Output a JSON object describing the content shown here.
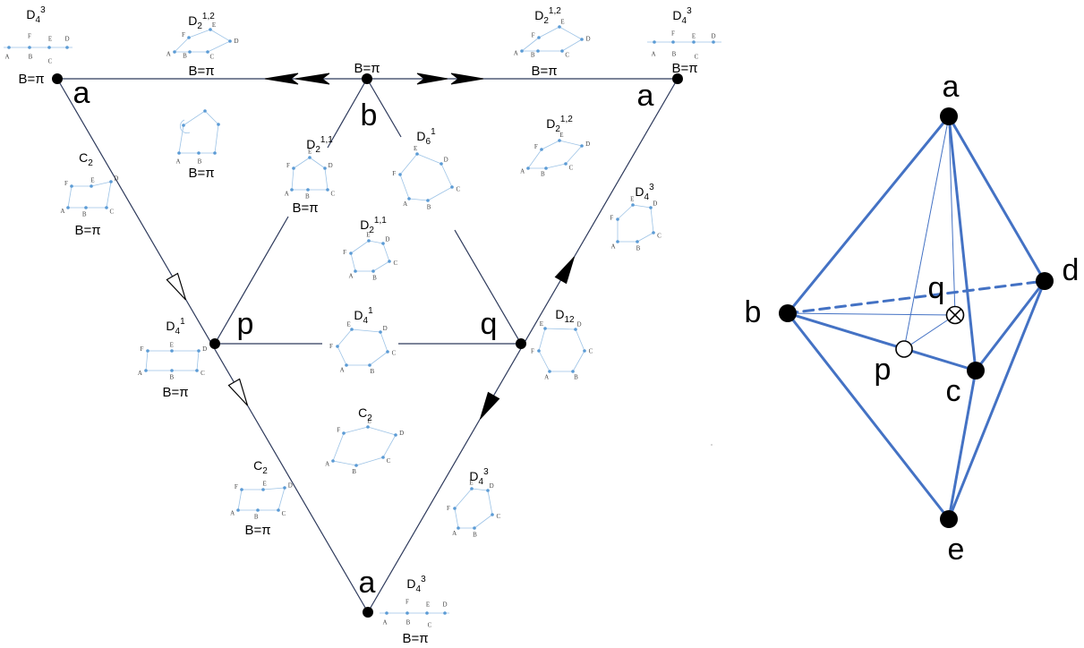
{
  "colors": {
    "triangle_edge": "#2e3a5c",
    "figure_dot": "#5b9bd5",
    "figure_edge": "#9dc3e6",
    "bipyramid_edge": "#4472c4"
  },
  "left_diagram": {
    "vertex_labels": {
      "a_top_left": "a",
      "b": "b",
      "a_top_right": "a",
      "p": "p",
      "q": "q",
      "a_bottom": "a"
    },
    "vertex_notes": {
      "b": "B=π"
    },
    "figures": [
      {
        "label": {
          "base": "D",
          "sub": "4",
          "sup": "3"
        },
        "letters": [
          "A",
          "B",
          "C",
          "F",
          "E",
          "D"
        ],
        "note": "B=π"
      },
      {
        "label": {
          "base": "D",
          "sub": "2",
          "sup": "1,2"
        },
        "letters": [
          "A",
          "B",
          "C",
          "D",
          "E",
          "F"
        ],
        "note": "B=π"
      },
      {
        "letters": [
          "A",
          "B"
        ],
        "note": "B=π"
      },
      {
        "label": {
          "base": "C",
          "sub": "2"
        },
        "letters": [
          "A",
          "B",
          "C",
          "D",
          "E",
          "F"
        ],
        "note": "B=π"
      },
      {
        "label": {
          "base": "D",
          "sub": "2",
          "sup": "1,1"
        },
        "letters": [
          "A",
          "B",
          "C",
          "D",
          "E",
          "F"
        ],
        "note": "B=π"
      },
      {
        "label": {
          "base": "D",
          "sub": "6",
          "sup": "1"
        },
        "letters": [
          "A",
          "B",
          "C",
          "D",
          "E",
          "F"
        ]
      },
      {
        "label": {
          "base": "D",
          "sub": "2",
          "sup": "1,2"
        },
        "letters": [
          "A",
          "B",
          "C",
          "D",
          "E",
          "F"
        ]
      },
      {
        "label": {
          "base": "D",
          "sub": "2",
          "sup": "1,2"
        },
        "letters": [
          "A",
          "B",
          "C",
          "D",
          "E",
          "F"
        ],
        "note": "B=π"
      },
      {
        "label": {
          "base": "D",
          "sub": "4",
          "sup": "3"
        },
        "letters": [
          "A",
          "B",
          "C",
          "F",
          "E",
          "D"
        ],
        "note": "B=π"
      },
      {
        "label": {
          "base": "D",
          "sub": "4",
          "sup": "3"
        },
        "letters": [
          "A",
          "B",
          "C",
          "D",
          "E",
          "F"
        ]
      },
      {
        "label": {
          "base": "D",
          "sub": "2",
          "sup": "1,1"
        },
        "letters": [
          "A",
          "B",
          "C",
          "D",
          "E",
          "F"
        ]
      },
      {
        "label": {
          "base": "D",
          "sub": "4",
          "sup": "1"
        },
        "letters": [
          "A",
          "B",
          "C",
          "D",
          "E",
          "F"
        ],
        "note": "B=π"
      },
      {
        "label": {
          "base": "D",
          "sub": "4",
          "sup": "1"
        },
        "letters": [
          "A",
          "B",
          "C",
          "D",
          "E",
          "F"
        ]
      },
      {
        "label": {
          "base": "D",
          "sub": "12"
        },
        "letters": [
          "A",
          "B",
          "C",
          "D",
          "E",
          "F"
        ]
      },
      {
        "label": {
          "base": "C",
          "sub": "2"
        },
        "letters": [
          "A",
          "B",
          "C",
          "D",
          "E",
          "F"
        ]
      },
      {
        "label": {
          "base": "C",
          "sub": "2"
        },
        "letters": [
          "A",
          "B",
          "C",
          "D",
          "E",
          "F"
        ],
        "note": "B=π"
      },
      {
        "label": {
          "base": "D",
          "sub": "4",
          "sup": "3"
        },
        "letters": [
          "A",
          "B",
          "C",
          "D",
          "E",
          "F"
        ]
      },
      {
        "label": {
          "base": "D",
          "sub": "4",
          "sup": "3"
        },
        "letters": [
          "A",
          "B",
          "C",
          "F",
          "E",
          "D"
        ],
        "note": "B=π"
      }
    ]
  },
  "right_diagram": {
    "vertex_labels": {
      "a": "a",
      "b": "b",
      "c": "c",
      "d": "d",
      "e": "e",
      "p": "p",
      "q": "q"
    }
  }
}
